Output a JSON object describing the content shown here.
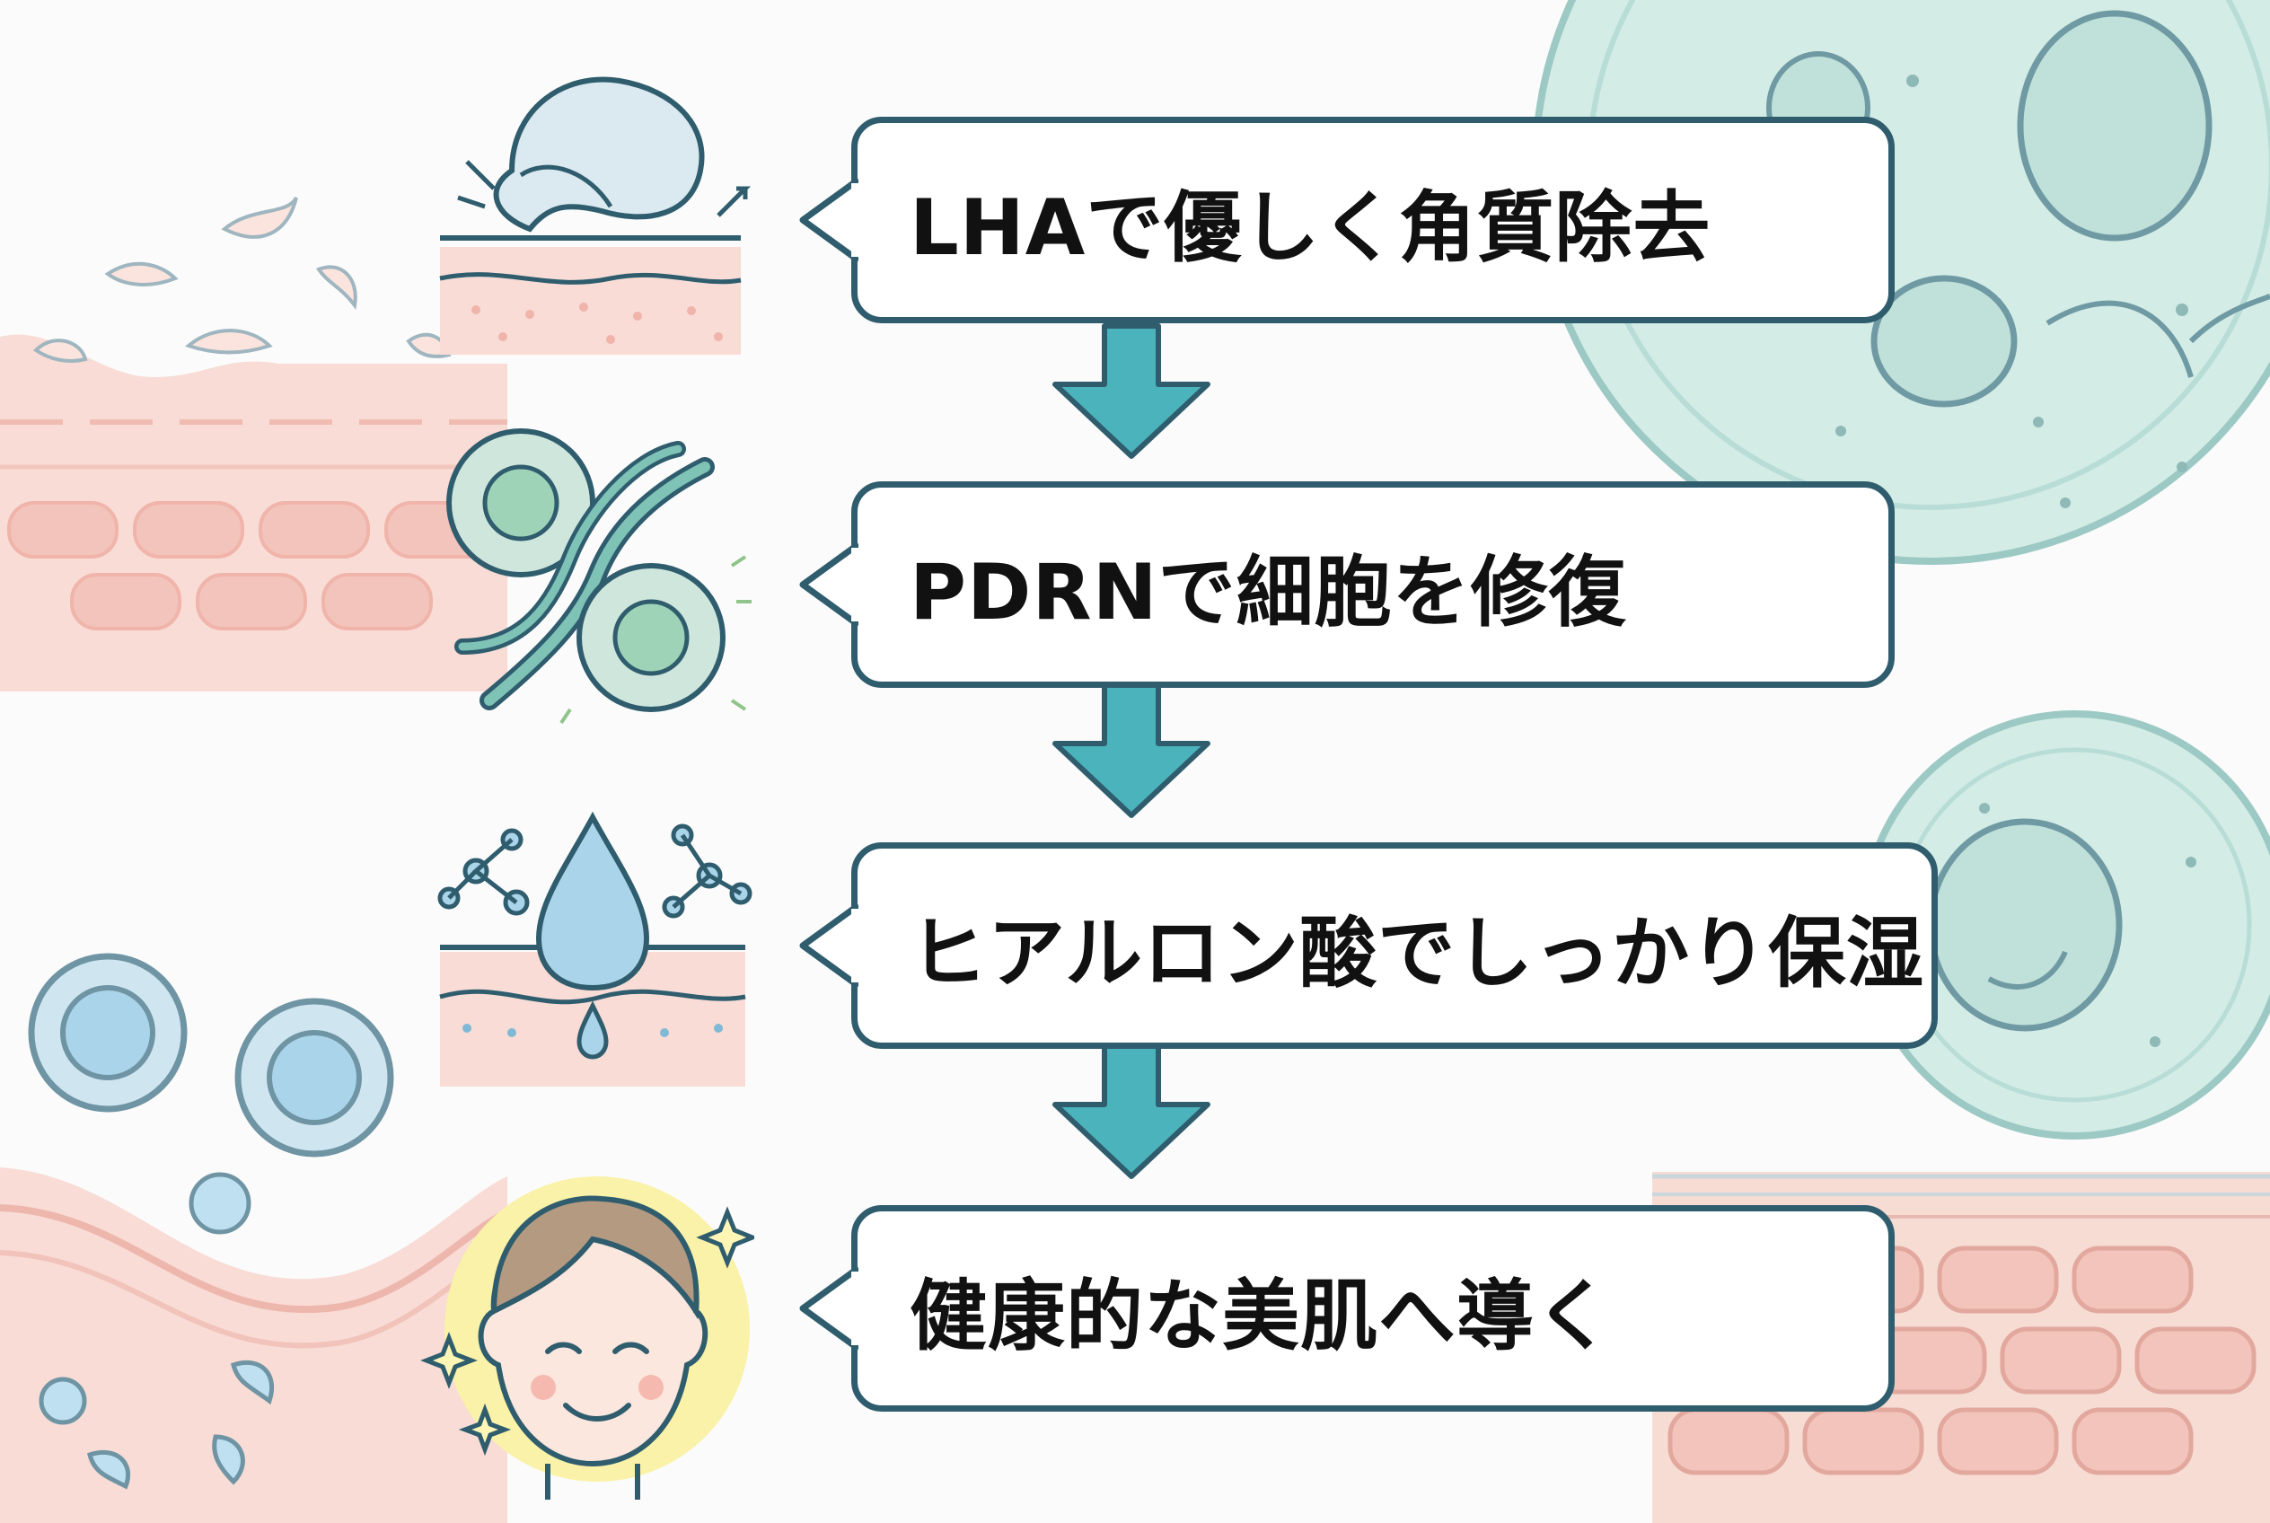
{
  "steps": [
    {
      "label": "LHAで優しく角質除去",
      "icon": "exfoliation-peel-icon"
    },
    {
      "label": "PDRNで細胞を修復",
      "icon": "cell-dna-repair-icon"
    },
    {
      "label": "ヒアルロン酸でしっかり保湿",
      "icon": "water-drop-molecule-icon"
    },
    {
      "label": "健康的な美肌へ導く",
      "icon": "smiling-face-icon"
    }
  ],
  "colors": {
    "box_border": "#2f5d6e",
    "arrow_fill": "#4bb3bb",
    "cell_fill": "#d4ece6",
    "skin_fill": "#f6d6cf",
    "water_blue": "#a9d4ea",
    "face_glow": "#faf2a8"
  }
}
